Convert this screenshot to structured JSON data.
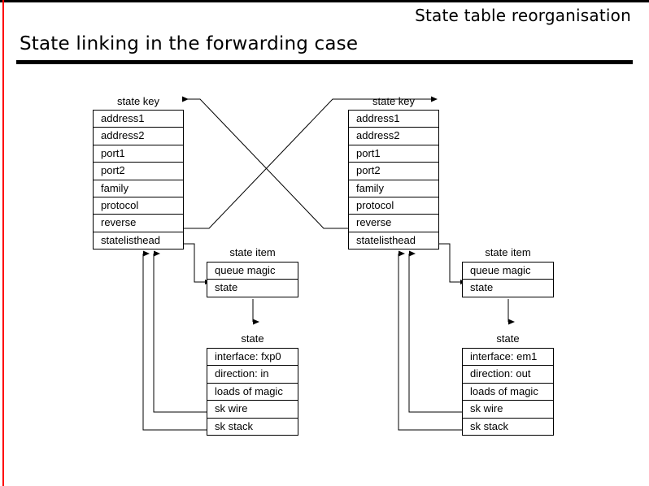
{
  "slide": {
    "deck_title": "State table reorganisation",
    "title": "State linking in the forwarding case",
    "accent_color": "#ff0000",
    "rule_color": "#000000",
    "background": "#ffffff"
  },
  "diagram": {
    "type": "structure-pointer-diagram",
    "line_color": "#000000",
    "nodes": {
      "state_key_left": {
        "caption": "state key",
        "fields": [
          "address1",
          "address2",
          "port1",
          "port2",
          "family",
          "protocol",
          "reverse",
          "statelisthead"
        ]
      },
      "state_key_right": {
        "caption": "state key",
        "fields": [
          "address1",
          "address2",
          "port1",
          "port2",
          "family",
          "protocol",
          "reverse",
          "statelisthead"
        ]
      },
      "state_item_left": {
        "caption": "state item",
        "fields": [
          "queue magic",
          "state"
        ]
      },
      "state_item_right": {
        "caption": "state item",
        "fields": [
          "queue magic",
          "state"
        ]
      },
      "state_left": {
        "caption": "state",
        "fields": [
          "interface: fxp0",
          "direction: in",
          "loads of magic",
          "sk wire",
          "sk stack"
        ]
      },
      "state_right": {
        "caption": "state",
        "fields": [
          "interface: em1",
          "direction: out",
          "loads of magic",
          "sk wire",
          "sk stack"
        ]
      }
    }
  }
}
